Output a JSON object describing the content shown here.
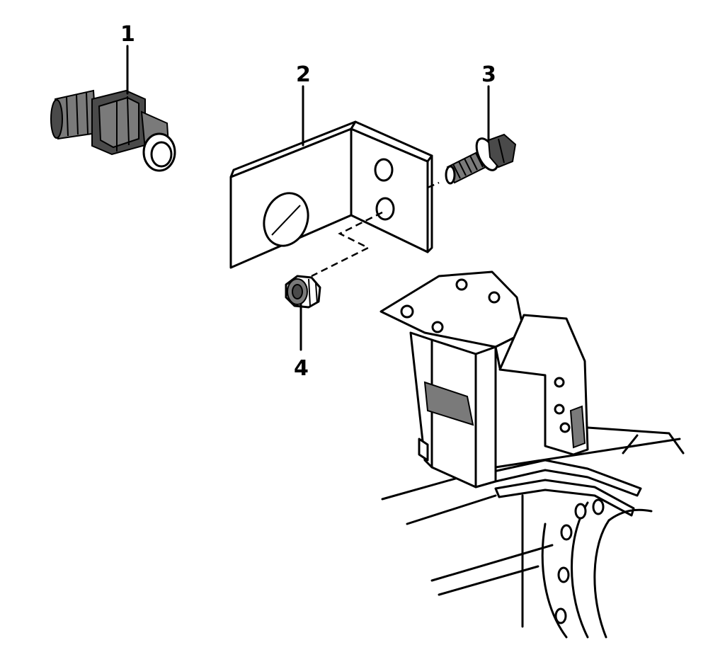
{
  "callouts": [
    {
      "id": "1",
      "label": "1"
    },
    {
      "id": "2",
      "label": "2"
    },
    {
      "id": "3",
      "label": "3"
    },
    {
      "id": "4",
      "label": "4"
    }
  ],
  "colors": {
    "line": "#000000",
    "background": "#ffffff",
    "shading": "#7a7a7a"
  }
}
